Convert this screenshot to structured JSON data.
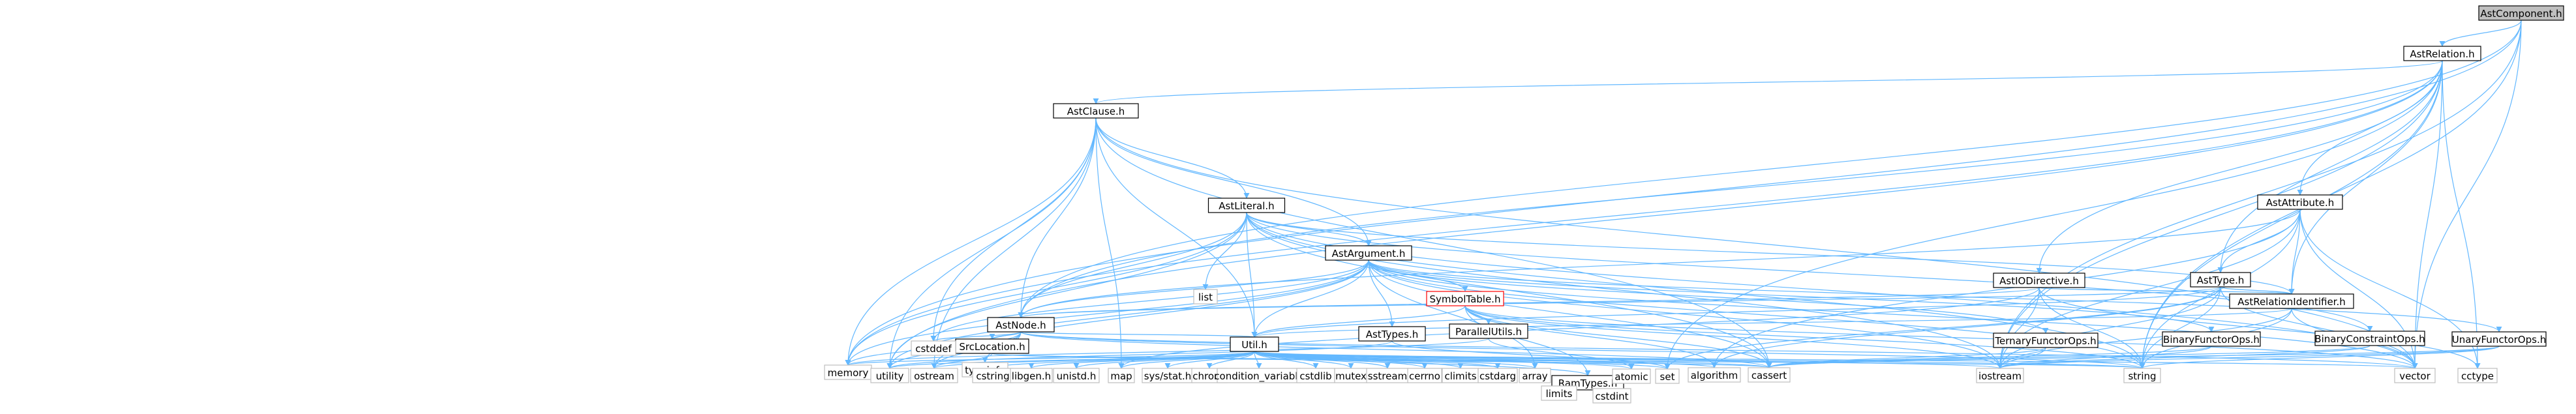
{
  "colors": {
    "edge": "#63b8ff",
    "node_fill": "#ffffff",
    "node_border": "#bfbfbf",
    "focus_fill": "#bfbfbf",
    "focus_border": "#000000",
    "link_border": "#000000",
    "truncated_border": "#ff0000",
    "text": "#000000"
  },
  "diagram": {
    "nodes": [
      {
        "id": "AstComponent_h",
        "label": "AstComponent.h",
        "kind": "focus"
      },
      {
        "id": "AstRelation_h",
        "label": "AstRelation.h",
        "kind": "link"
      },
      {
        "id": "AstClause_h",
        "label": "AstClause.h",
        "kind": "link"
      },
      {
        "id": "AstAttribute_h",
        "label": "AstAttribute.h",
        "kind": "link"
      },
      {
        "id": "AstLiteral_h",
        "label": "AstLiteral.h",
        "kind": "link"
      },
      {
        "id": "AstArgument_h",
        "label": "AstArgument.h",
        "kind": "link"
      },
      {
        "id": "AstIODirective_h",
        "label": "AstIODirective.h",
        "kind": "link"
      },
      {
        "id": "AstType_h",
        "label": "AstType.h",
        "kind": "link"
      },
      {
        "id": "SymbolTable_h",
        "label": "SymbolTable.h",
        "kind": "truncated"
      },
      {
        "id": "AstRelationIdentifier_h",
        "label": "AstRelationIdentifier.h",
        "kind": "link"
      },
      {
        "id": "AstNode_h",
        "label": "AstNode.h",
        "kind": "link"
      },
      {
        "id": "list",
        "label": "list",
        "kind": "system"
      },
      {
        "id": "ParallelUtils_h",
        "label": "ParallelUtils.h",
        "kind": "link"
      },
      {
        "id": "TernaryFunctorOps_h",
        "label": "TernaryFunctorOps.h",
        "kind": "link"
      },
      {
        "id": "BinaryFunctorOps_h",
        "label": "BinaryFunctorOps.h",
        "kind": "link"
      },
      {
        "id": "BinaryConstraintOps_h",
        "label": "BinaryConstraintOps.h",
        "kind": "link"
      },
      {
        "id": "UnaryFunctorOps_h",
        "label": "UnaryFunctorOps.h",
        "kind": "link"
      },
      {
        "id": "AstTypes_h",
        "label": "AstTypes.h",
        "kind": "link"
      },
      {
        "id": "SrcLocation_h",
        "label": "SrcLocation.h",
        "kind": "link"
      },
      {
        "id": "cstddef",
        "label": "cstddef",
        "kind": "system"
      },
      {
        "id": "typeinfo",
        "label": "typeinfo",
        "kind": "system"
      },
      {
        "id": "Util_h",
        "label": "Util.h",
        "kind": "link"
      },
      {
        "id": "memory",
        "label": "memory",
        "kind": "system"
      },
      {
        "id": "utility",
        "label": "utility",
        "kind": "system"
      },
      {
        "id": "ostream",
        "label": "ostream",
        "kind": "system"
      },
      {
        "id": "cstring",
        "label": "cstring",
        "kind": "system"
      },
      {
        "id": "libgen_h",
        "label": "libgen.h",
        "kind": "system"
      },
      {
        "id": "unistd_h",
        "label": "unistd.h",
        "kind": "system"
      },
      {
        "id": "map",
        "label": "map",
        "kind": "system"
      },
      {
        "id": "sys_stat_h",
        "label": "sys/stat.h",
        "kind": "system"
      },
      {
        "id": "chrono",
        "label": "chrono",
        "kind": "system"
      },
      {
        "id": "condition_variable",
        "label": "condition_variable",
        "kind": "system"
      },
      {
        "id": "cstdlib",
        "label": "cstdlib",
        "kind": "system"
      },
      {
        "id": "mutex",
        "label": "mutex",
        "kind": "system"
      },
      {
        "id": "sstream",
        "label": "sstream",
        "kind": "system"
      },
      {
        "id": "cerrno",
        "label": "cerrno",
        "kind": "system"
      },
      {
        "id": "climits",
        "label": "climits",
        "kind": "system"
      },
      {
        "id": "cstdarg",
        "label": "cstdarg",
        "kind": "system"
      },
      {
        "id": "array",
        "label": "array",
        "kind": "system"
      },
      {
        "id": "RamTypes_h",
        "label": "RamTypes.h",
        "kind": "link"
      },
      {
        "id": "atomic",
        "label": "atomic",
        "kind": "system"
      },
      {
        "id": "set",
        "label": "set",
        "kind": "system"
      },
      {
        "id": "algorithm",
        "label": "algorithm",
        "kind": "system"
      },
      {
        "id": "cassert",
        "label": "cassert",
        "kind": "system"
      },
      {
        "id": "iostream",
        "label": "iostream",
        "kind": "system"
      },
      {
        "id": "string",
        "label": "string",
        "kind": "system"
      },
      {
        "id": "vector",
        "label": "vector",
        "kind": "system"
      },
      {
        "id": "cctype",
        "label": "cctype",
        "kind": "system"
      },
      {
        "id": "limits",
        "label": "limits",
        "kind": "system"
      },
      {
        "id": "cstdint",
        "label": "cstdint",
        "kind": "system"
      }
    ],
    "edges": [
      [
        "AstComponent_h",
        "AstRelation_h"
      ],
      [
        "AstComponent_h",
        "AstNode_h"
      ],
      [
        "AstComponent_h",
        "memory"
      ],
      [
        "AstComponent_h",
        "vector"
      ],
      [
        "AstComponent_h",
        "string"
      ],
      [
        "AstComponent_h",
        "iostream"
      ],
      [
        "AstRelation_h",
        "AstClause_h"
      ],
      [
        "AstRelation_h",
        "AstAttribute_h"
      ],
      [
        "AstRelation_h",
        "AstIODirective_h"
      ],
      [
        "AstRelation_h",
        "AstType_h"
      ],
      [
        "AstRelation_h",
        "AstRelationIdentifier_h"
      ],
      [
        "AstRelation_h",
        "AstNode_h"
      ],
      [
        "AstRelation_h",
        "memory"
      ],
      [
        "AstRelation_h",
        "utility"
      ],
      [
        "AstRelation_h",
        "set"
      ],
      [
        "AstRelation_h",
        "string"
      ],
      [
        "AstRelation_h",
        "vector"
      ],
      [
        "AstRelation_h",
        "cctype"
      ],
      [
        "AstRelation_h",
        "iostream"
      ],
      [
        "AstClause_h",
        "AstLiteral_h"
      ],
      [
        "AstClause_h",
        "AstArgument_h"
      ],
      [
        "AstClause_h",
        "AstNode_h"
      ],
      [
        "AstClause_h",
        "Util_h"
      ],
      [
        "AstClause_h",
        "memory"
      ],
      [
        "AstClause_h",
        "utility"
      ],
      [
        "AstClause_h",
        "ostream"
      ],
      [
        "AstClause_h",
        "cstddef"
      ],
      [
        "AstClause_h",
        "vector"
      ],
      [
        "AstClause_h",
        "cassert"
      ],
      [
        "AstClause_h",
        "map"
      ],
      [
        "AstAttribute_h",
        "AstType_h"
      ],
      [
        "AstAttribute_h",
        "AstNode_h"
      ],
      [
        "AstAttribute_h",
        "AstRelationIdentifier_h"
      ],
      [
        "AstAttribute_h",
        "string"
      ],
      [
        "AstAttribute_h",
        "vector"
      ],
      [
        "AstAttribute_h",
        "cctype"
      ],
      [
        "AstAttribute_h",
        "iostream"
      ],
      [
        "AstAttribute_h",
        "algorithm"
      ],
      [
        "AstLiteral_h",
        "AstArgument_h"
      ],
      [
        "AstLiteral_h",
        "AstNode_h"
      ],
      [
        "AstLiteral_h",
        "AstRelationIdentifier_h"
      ],
      [
        "AstLiteral_h",
        "Util_h"
      ],
      [
        "AstLiteral_h",
        "list"
      ],
      [
        "AstLiteral_h",
        "memory"
      ],
      [
        "AstLiteral_h",
        "utility"
      ],
      [
        "AstLiteral_h",
        "iostream"
      ],
      [
        "AstLiteral_h",
        "string"
      ],
      [
        "AstLiteral_h",
        "vector"
      ],
      [
        "AstLiteral_h",
        "cassert"
      ],
      [
        "AstLiteral_h",
        "BinaryConstraintOps_h"
      ],
      [
        "AstArgument_h",
        "AstNode_h"
      ],
      [
        "AstArgument_h",
        "AstTypes_h"
      ],
      [
        "AstArgument_h",
        "SymbolTable_h"
      ],
      [
        "AstArgument_h",
        "Util_h"
      ],
      [
        "AstArgument_h",
        "TernaryFunctorOps_h"
      ],
      [
        "AstArgument_h",
        "BinaryFunctorOps_h"
      ],
      [
        "AstArgument_h",
        "UnaryFunctorOps_h"
      ],
      [
        "AstArgument_h",
        "memory"
      ],
      [
        "AstArgument_h",
        "ostream"
      ],
      [
        "AstArgument_h",
        "utility"
      ],
      [
        "AstArgument_h",
        "cstddef"
      ],
      [
        "AstArgument_h",
        "array"
      ],
      [
        "AstArgument_h",
        "cassert"
      ],
      [
        "AstArgument_h",
        "string"
      ],
      [
        "AstArgument_h",
        "vector"
      ],
      [
        "AstArgument_h",
        "iostream"
      ],
      [
        "AstIODirective_h",
        "AstNode_h"
      ],
      [
        "AstIODirective_h",
        "AstRelationIdentifier_h"
      ],
      [
        "AstIODirective_h",
        "map"
      ],
      [
        "AstIODirective_h",
        "string"
      ],
      [
        "AstIODirective_h",
        "iostream"
      ],
      [
        "AstIODirective_h",
        "cctype"
      ],
      [
        "AstType_h",
        "AstNode_h"
      ],
      [
        "AstType_h",
        "AstRelationIdentifier_h"
      ],
      [
        "AstType_h",
        "Util_h"
      ],
      [
        "AstType_h",
        "set"
      ],
      [
        "AstType_h",
        "string"
      ],
      [
        "AstType_h",
        "iostream"
      ],
      [
        "AstType_h",
        "vector"
      ],
      [
        "AstType_h",
        "algorithm"
      ],
      [
        "SymbolTable_h",
        "Util_h"
      ],
      [
        "SymbolTable_h",
        "ParallelUtils_h"
      ],
      [
        "SymbolTable_h",
        "RamTypes_h"
      ],
      [
        "SymbolTable_h",
        "iostream"
      ],
      [
        "SymbolTable_h",
        "string"
      ],
      [
        "SymbolTable_h",
        "vector"
      ],
      [
        "SymbolTable_h",
        "cassert"
      ],
      [
        "SymbolTable_h",
        "algorithm"
      ],
      [
        "AstRelationIdentifier_h",
        "Util_h"
      ],
      [
        "AstRelationIdentifier_h",
        "string"
      ],
      [
        "AstRelationIdentifier_h",
        "vector"
      ],
      [
        "AstRelationIdentifier_h",
        "iostream"
      ],
      [
        "AstNode_h",
        "SrcLocation_h"
      ],
      [
        "AstNode_h",
        "Util_h"
      ],
      [
        "AstNode_h",
        "cstddef"
      ],
      [
        "AstNode_h",
        "typeinfo"
      ],
      [
        "AstNode_h",
        "memory"
      ],
      [
        "AstNode_h",
        "utility"
      ],
      [
        "AstNode_h",
        "ostream"
      ],
      [
        "AstNode_h",
        "cassert"
      ],
      [
        "AstNode_h",
        "string"
      ],
      [
        "AstNode_h",
        "vector"
      ],
      [
        "SrcLocation_h",
        "ostream"
      ],
      [
        "SrcLocation_h",
        "string"
      ],
      [
        "SrcLocation_h",
        "cassert"
      ],
      [
        "ParallelUtils_h",
        "atomic"
      ],
      [
        "ParallelUtils_h",
        "memory"
      ],
      [
        "TernaryFunctorOps_h",
        "cassert"
      ],
      [
        "TernaryFunctorOps_h",
        "iostream"
      ],
      [
        "BinaryFunctorOps_h",
        "iostream"
      ],
      [
        "BinaryFunctorOps_h",
        "cassert"
      ],
      [
        "BinaryConstraintOps_h",
        "iostream"
      ],
      [
        "BinaryConstraintOps_h",
        "cassert"
      ],
      [
        "UnaryFunctorOps_h",
        "iostream"
      ],
      [
        "UnaryFunctorOps_h",
        "string"
      ],
      [
        "UnaryFunctorOps_h",
        "cassert"
      ],
      [
        "AstTypes_h",
        "set"
      ],
      [
        "AstTypes_h",
        "utility"
      ],
      [
        "Util_h",
        "RamTypes_h"
      ],
      [
        "Util_h",
        "memory"
      ],
      [
        "Util_h",
        "utility"
      ],
      [
        "Util_h",
        "ostream"
      ],
      [
        "Util_h",
        "cstring"
      ],
      [
        "Util_h",
        "libgen_h"
      ],
      [
        "Util_h",
        "unistd_h"
      ],
      [
        "Util_h",
        "map"
      ],
      [
        "Util_h",
        "sys_stat_h"
      ],
      [
        "Util_h",
        "chrono"
      ],
      [
        "Util_h",
        "condition_variable"
      ],
      [
        "Util_h",
        "cstdlib"
      ],
      [
        "Util_h",
        "mutex"
      ],
      [
        "Util_h",
        "sstream"
      ],
      [
        "Util_h",
        "cerrno"
      ],
      [
        "Util_h",
        "climits"
      ],
      [
        "Util_h",
        "cstdarg"
      ],
      [
        "Util_h",
        "array"
      ],
      [
        "Util_h",
        "atomic"
      ],
      [
        "Util_h",
        "set"
      ],
      [
        "Util_h",
        "algorithm"
      ],
      [
        "Util_h",
        "cassert"
      ],
      [
        "Util_h",
        "iostream"
      ],
      [
        "Util_h",
        "string"
      ],
      [
        "Util_h",
        "vector"
      ],
      [
        "RamTypes_h",
        "limits"
      ],
      [
        "RamTypes_h",
        "cstdint"
      ]
    ]
  }
}
